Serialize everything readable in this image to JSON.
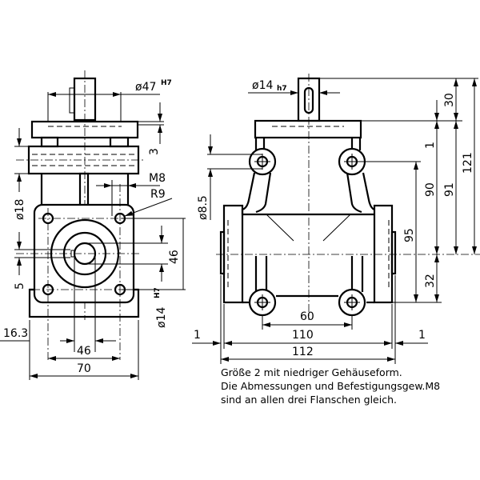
{
  "left_view": {
    "dims": {
      "d47": "ø47",
      "d47_tol": "H7",
      "three": "3",
      "m8": "M8",
      "r9": "R9",
      "d18": "ø18",
      "forty_six_v": "46",
      "five": "5",
      "d14": "ø14",
      "d14_tol": "H7",
      "sixteen_three": "16.3",
      "forty_six_h": "46",
      "seventy": "70"
    }
  },
  "right_view": {
    "dims": {
      "d14": "ø14",
      "d14_tol": "h7",
      "d8_5": "ø8.5",
      "thirty": "30",
      "one_v": "1",
      "ninety": "90",
      "ninety_one": "91",
      "one_twenty_one": "121",
      "ninety_five": "95",
      "thirty_two": "32",
      "sixty": "60",
      "one_ten": "110",
      "one_twelve": "112",
      "one_left": "1",
      "one_right": "1"
    }
  },
  "note": {
    "lines": [
      "Größe 2 mit niedriger Gehäuseform.",
      "Die Abmessungen und Befestigungsgew.M8",
      "sind an allen drei Flanschen gleich."
    ]
  }
}
